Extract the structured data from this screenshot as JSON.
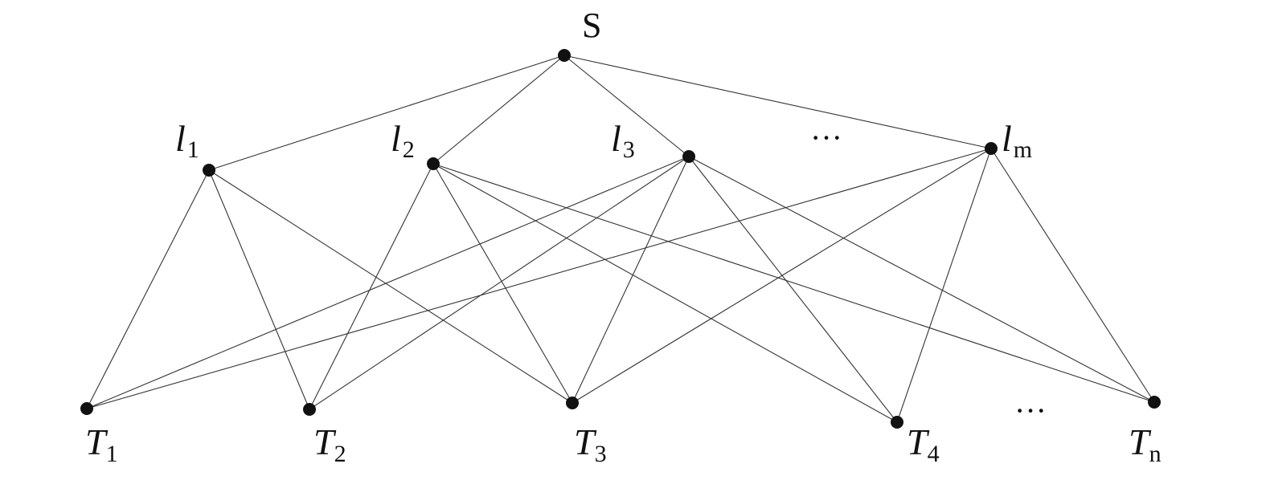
{
  "colors": {
    "edge": "#333333",
    "node": "#111111",
    "background": "#ffffff"
  },
  "root": {
    "id": "S",
    "label": "S"
  },
  "middle_nodes": [
    {
      "id": "l1",
      "label": "l",
      "sub": "1"
    },
    {
      "id": "l2",
      "label": "l",
      "sub": "2"
    },
    {
      "id": "l3",
      "label": "l",
      "sub": "3"
    },
    {
      "id": "lm",
      "label": "l",
      "sub": "m"
    }
  ],
  "middle_ellipsis": "···",
  "leaf_nodes": [
    {
      "id": "T1",
      "label": "T",
      "sub": "1"
    },
    {
      "id": "T2",
      "label": "T",
      "sub": "2"
    },
    {
      "id": "T3",
      "label": "T",
      "sub": "3"
    },
    {
      "id": "T4",
      "label": "T",
      "sub": "4"
    },
    {
      "id": "Tn",
      "label": "T",
      "sub": "n"
    }
  ],
  "leaf_ellipsis": "···",
  "edges": [
    [
      "S",
      "l1"
    ],
    [
      "S",
      "l2"
    ],
    [
      "S",
      "l3"
    ],
    [
      "S",
      "lm"
    ],
    [
      "l1",
      "T1"
    ],
    [
      "l1",
      "T2"
    ],
    [
      "l1",
      "T3"
    ],
    [
      "l2",
      "T2"
    ],
    [
      "l2",
      "T3"
    ],
    [
      "l2",
      "T4"
    ],
    [
      "l2",
      "Tn"
    ],
    [
      "l3",
      "T1"
    ],
    [
      "l3",
      "T2"
    ],
    [
      "l3",
      "T3"
    ],
    [
      "l3",
      "T4"
    ],
    [
      "l3",
      "Tn"
    ],
    [
      "lm",
      "T1"
    ],
    [
      "lm",
      "T3"
    ],
    [
      "lm",
      "T4"
    ],
    [
      "lm",
      "Tn"
    ]
  ]
}
